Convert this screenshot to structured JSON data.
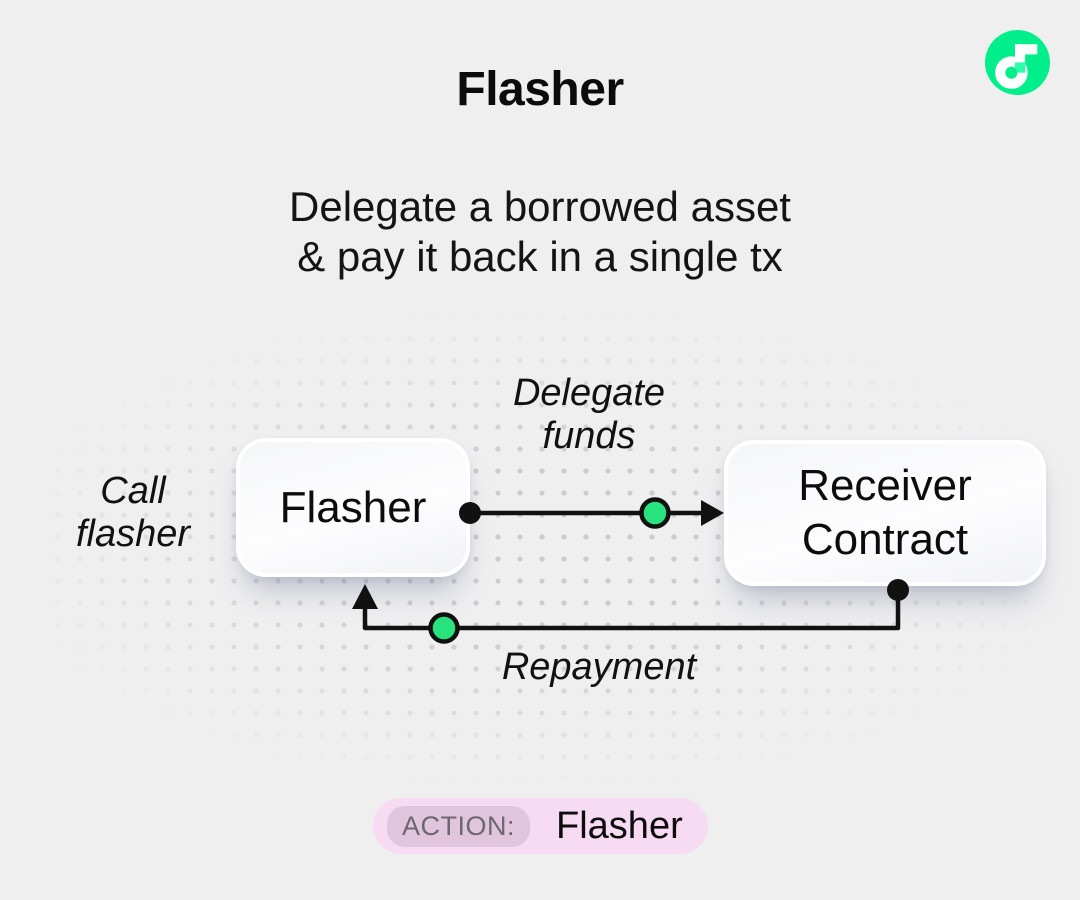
{
  "header": {
    "title": "Flasher",
    "subtitle_line1": "Delegate a borrowed asset",
    "subtitle_line2": "& pay it back in a single tx"
  },
  "logo": {
    "name": "Flow logo",
    "green": "#00EF8B",
    "mint": "#29FFA4"
  },
  "diagram": {
    "call_label": {
      "line1": "Call",
      "line2": "flasher"
    },
    "flasher_node": {
      "label": "Flasher"
    },
    "receiver_node": {
      "line1": "Receiver",
      "line2": "Contract"
    },
    "delegate_label": {
      "line1": "Delegate",
      "line2": "funds"
    },
    "repayment_label": "Repayment",
    "colors": {
      "node_green": "#28E27D",
      "line_black": "#111111"
    }
  },
  "action_bar": {
    "badge_label": "ACTION:",
    "value": "Flasher",
    "pill_bg": "#F7DBF3",
    "badge_bg": "#E0C5DC"
  }
}
